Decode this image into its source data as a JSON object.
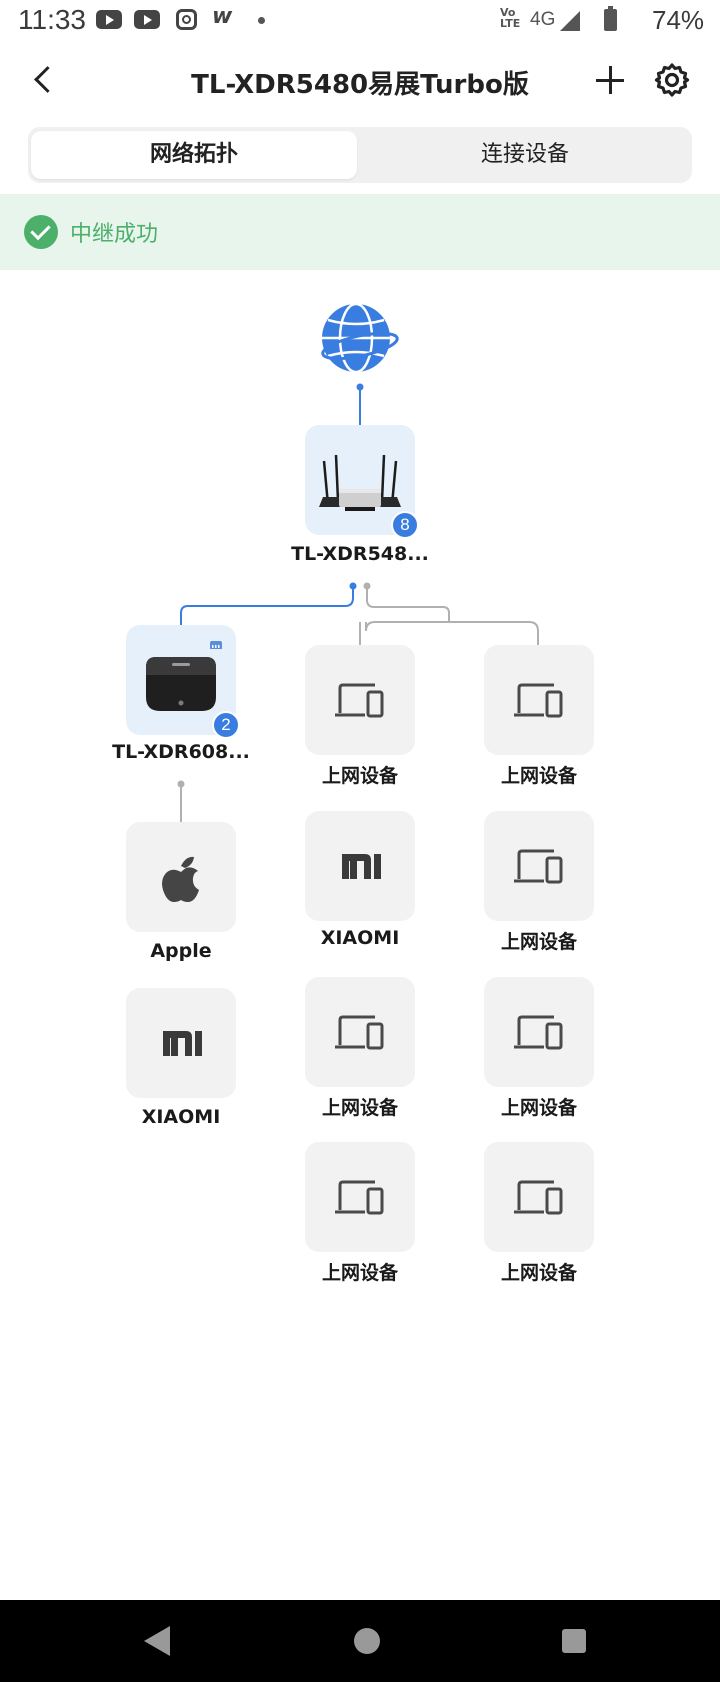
{
  "status_bar": {
    "time": "11:33",
    "network": "4G",
    "volte": "Vo LTE",
    "battery": "74%",
    "icons": [
      "youtube-icon",
      "youtube-icon",
      "instagram-icon",
      "w-app-icon",
      "dot-icon",
      "volte-icon",
      "signal-icon",
      "battery-icon"
    ]
  },
  "header": {
    "title": "TL-XDR5480易展Turbo版",
    "icons": [
      "back-icon",
      "plus-icon",
      "gear-icon"
    ]
  },
  "tabs": [
    {
      "label": "网络拓扑",
      "active": true
    },
    {
      "label": "连接设备",
      "active": false
    }
  ],
  "banner": {
    "text": "中继成功",
    "icon": "check-circle-icon"
  },
  "topology": {
    "internet": {
      "icon": "globe-icon"
    },
    "main_router": {
      "label": "TL-XDR548...",
      "badge": "8",
      "icon": "router-icon"
    },
    "sub_router": {
      "label": "TL-XDR608...",
      "badge": "2",
      "icon": "mesh-router-icon",
      "extra_icon": "ethernet-icon"
    },
    "sub_router_devices": [
      {
        "label": "Apple",
        "icon": "apple-icon"
      },
      {
        "label": "XIAOMI",
        "icon": "xiaomi-icon"
      }
    ],
    "main_router_devices": [
      {
        "label": "上网设备",
        "icon": "laptop-phone-icon"
      },
      {
        "label": "上网设备",
        "icon": "laptop-phone-icon"
      },
      {
        "label": "XIAOMI",
        "icon": "xiaomi-icon"
      },
      {
        "label": "上网设备",
        "icon": "laptop-phone-icon"
      },
      {
        "label": "上网设备",
        "icon": "laptop-phone-icon"
      },
      {
        "label": "上网设备",
        "icon": "laptop-phone-icon"
      },
      {
        "label": "上网设备",
        "icon": "laptop-phone-icon"
      },
      {
        "label": "上网设备",
        "icon": "laptop-phone-icon"
      }
    ]
  },
  "colors": {
    "accent_blue": "#3a7de0",
    "success_green": "#4caf6a",
    "banner_bg": "#e8f5ec",
    "tile_bg": "#f2f2f2",
    "router_tile_bg": "#e6f0fb",
    "wired_line": "#b0b0b0",
    "wireless_line": "#3a7de0"
  },
  "nav_bar": {
    "icons": [
      "nav-back-icon",
      "nav-home-icon",
      "nav-recents-icon"
    ]
  }
}
